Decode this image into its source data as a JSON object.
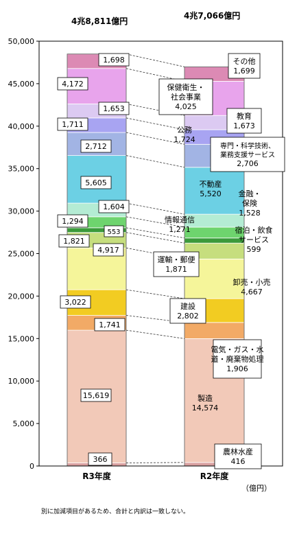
{
  "headers": {
    "left_total": "4兆8,811億円",
    "right_total": "4兆7,066億円"
  },
  "unit_label": "（億円）",
  "footnote": "別に加減項目があるため、合計と内訳は一致しない。",
  "chart_data": {
    "type": "bar",
    "stacked": true,
    "categories": [
      "R3年度",
      "R2年度"
    ],
    "ylim": [
      0,
      50000
    ],
    "yticks": [
      0,
      5000,
      10000,
      15000,
      20000,
      25000,
      30000,
      35000,
      40000,
      45000,
      50000
    ],
    "ytick_labels": [
      "0",
      "5,000",
      "10,000",
      "15,000",
      "20,000",
      "25,000",
      "30,000",
      "35,000",
      "40,000",
      "45,000",
      "50,000"
    ],
    "grid": false,
    "series": [
      {
        "name": "農林水産",
        "color": "#d9a0a0",
        "values": [
          366,
          416
        ],
        "labels": [
          "366",
          "416"
        ]
      },
      {
        "name": "製造",
        "color": "#f2c9b8",
        "values": [
          15619,
          14574
        ],
        "labels": [
          "15,619",
          "14,574"
        ]
      },
      {
        "name": "電気・ガス・水道・廃棄物処理",
        "color": "#f2aa66",
        "values": [
          1741,
          1906
        ],
        "labels": [
          "1,741",
          "1,906"
        ]
      },
      {
        "name": "建設",
        "color": "#f2cc22",
        "values": [
          3022,
          2802
        ],
        "labels": [
          "3,022",
          "2,802"
        ]
      },
      {
        "name": "卸売・小売",
        "color": "#f5f59a",
        "values": [
          4917,
          4667
        ],
        "labels": [
          "4,917",
          "4,667"
        ]
      },
      {
        "name": "運輸・郵便",
        "color": "#c6de7e",
        "values": [
          1821,
          1871
        ],
        "labels": [
          "1,821",
          "1,871"
        ]
      },
      {
        "name": "宿泊・飲食サービス",
        "color": "#3a9a3a",
        "values": [
          553,
          599
        ],
        "labels": [
          "553",
          "599"
        ]
      },
      {
        "name": "情報通信",
        "color": "#6ed46e",
        "values": [
          1294,
          1271
        ],
        "labels": [
          "1,294",
          "1,271"
        ]
      },
      {
        "name": "金融・保険",
        "color": "#b4ecd4",
        "values": [
          1604,
          1528
        ],
        "labels": [
          "1,604",
          "1,528"
        ]
      },
      {
        "name": "不動産",
        "color": "#6cd0e4",
        "values": [
          5605,
          5520
        ],
        "labels": [
          "5,605",
          "5,520"
        ]
      },
      {
        "name": "専門・科学技術、業務支援サービス",
        "color": "#a2b4e4",
        "values": [
          2712,
          2706
        ],
        "labels": [
          "2,712",
          "2,706"
        ]
      },
      {
        "name": "公務",
        "color": "#a8a4f2",
        "values": [
          1711,
          1724
        ],
        "labels": [
          "1,711",
          "1,724"
        ]
      },
      {
        "name": "教育",
        "color": "#dccaf2",
        "values": [
          1653,
          1673
        ],
        "labels": [
          "1,653",
          "1,673"
        ]
      },
      {
        "name": "保健衛生・社会事業",
        "color": "#e8a4ec",
        "values": [
          4172,
          4025
        ],
        "labels": [
          "4,172",
          "4,025"
        ]
      },
      {
        "name": "その他",
        "color": "#dc8ab4",
        "values": [
          1698,
          1699
        ],
        "labels": [
          "1,698",
          "1,699"
        ]
      }
    ]
  }
}
